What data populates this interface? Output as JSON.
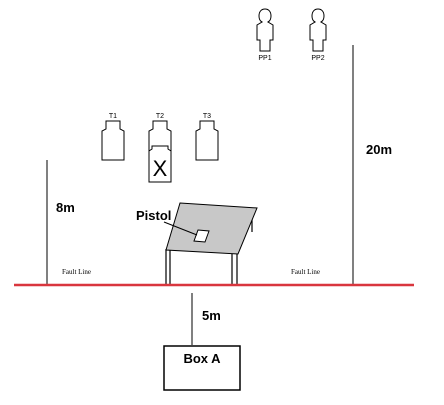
{
  "targets": {
    "t1": "T1",
    "t2": "T2",
    "t3": "T3",
    "pp1": "PP1",
    "pp2": "PP2",
    "no_shoot_mark": "X"
  },
  "distances": {
    "near": "8m",
    "far": "20m",
    "box_offset": "5m"
  },
  "fault_lines": {
    "left": "Fault Line",
    "right": "Fault Line"
  },
  "table": {
    "item": "Pistol"
  },
  "start_box": {
    "label": "Box A"
  },
  "colors": {
    "fault_line": "#d9363e",
    "table_fill": "#c8c8c8",
    "outline": "#000000"
  }
}
